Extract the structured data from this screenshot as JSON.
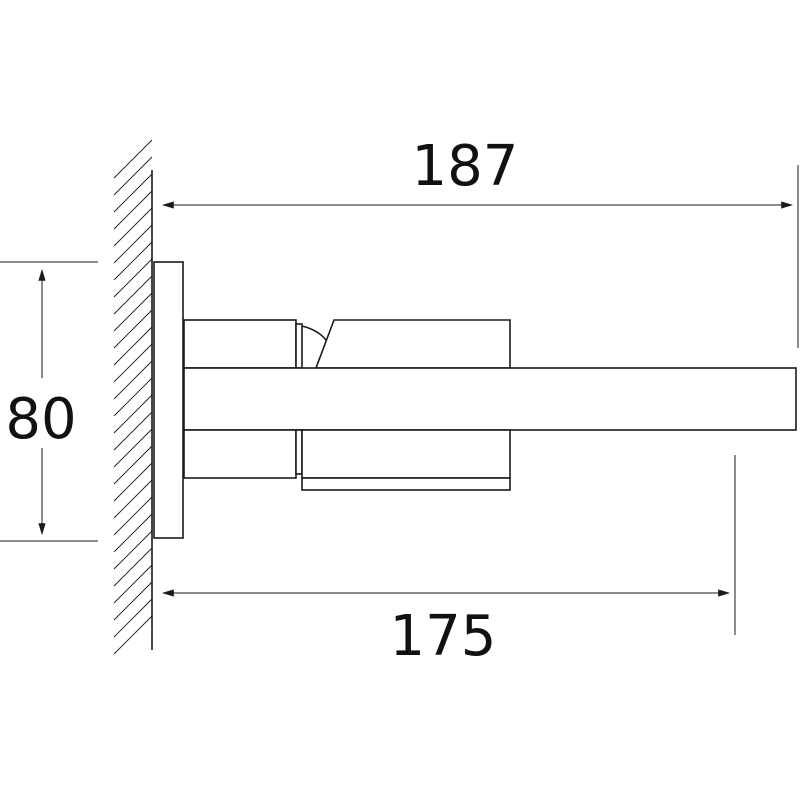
{
  "dimensions": {
    "overall_length": "187",
    "projection_length": "175",
    "plate_height": "80"
  },
  "colors": {
    "line": "#1a1a1a",
    "background": "#ffffff"
  }
}
